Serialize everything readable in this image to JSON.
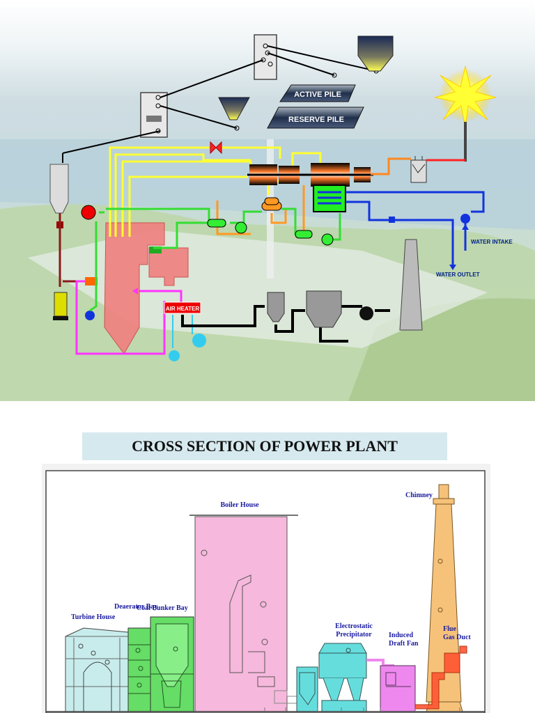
{
  "flow_diagram": {
    "labels": {
      "active_pile": "ACTIVE PILE",
      "reserve_pile": "RESERVE PILE",
      "air_heater": "AIR HEATER",
      "water_intake": "WATER INTAKE",
      "water_outlet": "WATER OUTLET"
    },
    "colors": {
      "steam": "#ffff33",
      "feedwater": "#33dd33",
      "flue_gas": "#cc0000",
      "air": "#ff33ff",
      "cooling_water": "#0033ff",
      "ash": "#000000",
      "condensate": "#ff9922",
      "boiler": "#f08080",
      "power_line": "#ff2222"
    }
  },
  "cross_section": {
    "title": "CROSS SECTION OF POWER PLANT",
    "labels": {
      "boiler_house": "Boiler House",
      "chimney": "Chimney",
      "turbine_house": "Turbine House",
      "deaerator_bay": "Deaerator Bay",
      "coal_bunker_bay": "Coal Bunker Bay",
      "esp_line1": "Electrostatic",
      "esp_line2": "Precipitator",
      "idfan_line1": "Induced",
      "idfan_line2": "Draft Fan",
      "flue_line1": "Flue",
      "flue_line2": "Gas Duct"
    },
    "colors": {
      "turbine_house": "#c8ecec",
      "deaerator_bay": "#66dd66",
      "boiler_house": "#f6b8dc",
      "esp": "#66dddd",
      "id_fan": "#ee88ee",
      "chimney": "#f6c27a",
      "flue_duct": "#ff5533"
    }
  }
}
